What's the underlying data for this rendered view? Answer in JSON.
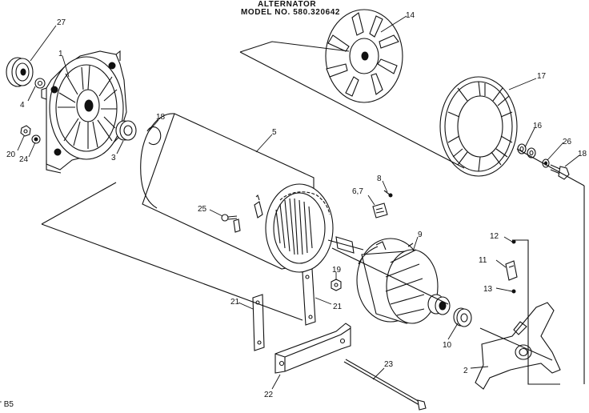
{
  "title": {
    "line1": "ALTERNATOR",
    "line2": "MODEL NO. 580.320642"
  },
  "corner_code": "' B5",
  "parts": [
    {
      "id": "p27",
      "label": "27"
    },
    {
      "id": "p1",
      "label": "1"
    },
    {
      "id": "p4",
      "label": "4"
    },
    {
      "id": "p20",
      "label": "20"
    },
    {
      "id": "p24",
      "label": "24"
    },
    {
      "id": "p3",
      "label": "3"
    },
    {
      "id": "p18a",
      "label": "18"
    },
    {
      "id": "p5",
      "label": "5"
    },
    {
      "id": "p14",
      "label": "14"
    },
    {
      "id": "p17",
      "label": "17"
    },
    {
      "id": "p16",
      "label": "16"
    },
    {
      "id": "p26",
      "label": "26"
    },
    {
      "id": "p18b",
      "label": "18"
    },
    {
      "id": "p8",
      "label": "8"
    },
    {
      "id": "p67",
      "label": "6,7"
    },
    {
      "id": "p25",
      "label": "25"
    },
    {
      "id": "p9",
      "label": "9"
    },
    {
      "id": "p12",
      "label": "12"
    },
    {
      "id": "p11",
      "label": "11"
    },
    {
      "id": "p13",
      "label": "13"
    },
    {
      "id": "p19",
      "label": "19"
    },
    {
      "id": "p21a",
      "label": "21"
    },
    {
      "id": "p21b",
      "label": "21"
    },
    {
      "id": "p10",
      "label": "10"
    },
    {
      "id": "p2",
      "label": "2"
    },
    {
      "id": "p23",
      "label": "23"
    },
    {
      "id": "p22",
      "label": "22"
    }
  ]
}
